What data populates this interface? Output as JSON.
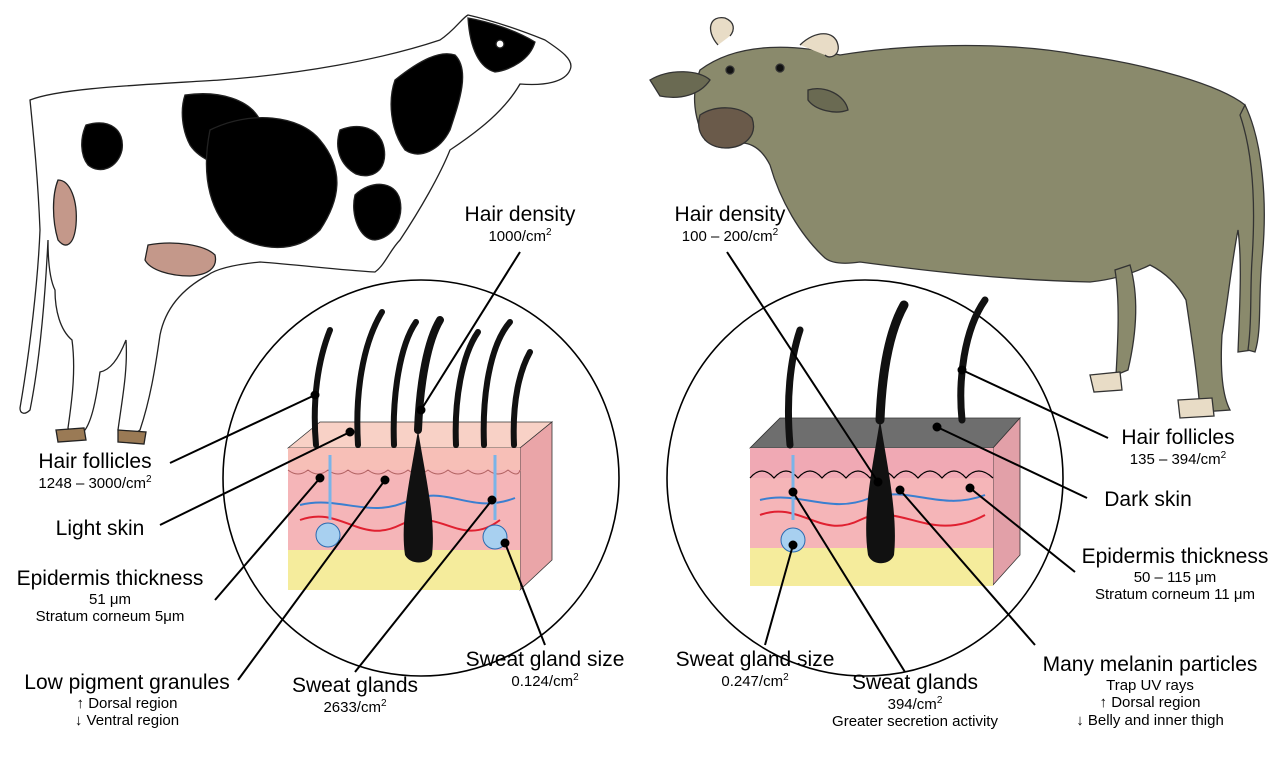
{
  "left": {
    "hair_density": {
      "title": "Hair density",
      "value": "1000/cm",
      "sup": "2"
    },
    "hair_follicles": {
      "title": "Hair follicles",
      "value": "1248 – 3000/cm",
      "sup": "2"
    },
    "light_skin": {
      "title": "Light skin"
    },
    "epidermis": {
      "title": "Epidermis thickness",
      "value": "51 μm",
      "extra": "Stratum corneum 5μm"
    },
    "pigment": {
      "title": "Low pigment granules",
      "line1": "↑ Dorsal region",
      "line2": "↓ Ventral region"
    },
    "sweat_glands": {
      "title": "Sweat glands",
      "value": "2633/cm",
      "sup": "2"
    },
    "sweat_gland_size": {
      "title": "Sweat gland size",
      "value": "0.124/cm",
      "sup": "2"
    }
  },
  "right": {
    "hair_density": {
      "title": "Hair density",
      "value": "100 – 200/cm",
      "sup": "2"
    },
    "hair_follicles": {
      "title": "Hair follicles",
      "value": "135 – 394/cm",
      "sup": "2"
    },
    "dark_skin": {
      "title": "Dark skin"
    },
    "epidermis": {
      "title": "Epidermis thickness",
      "value": "50 – 115 μm",
      "extra": "Stratum corneum 11 μm"
    },
    "melanin": {
      "title": "Many melanin particles",
      "line1": "Trap UV rays",
      "line2": "↑ Dorsal region",
      "line3": "↓ Belly and inner thigh"
    },
    "sweat_glands": {
      "title": "Sweat glands",
      "value": "394/cm",
      "sup": "2",
      "extra": "Greater secretion activity"
    },
    "sweat_gland_size": {
      "title": "Sweat gland size",
      "value": "0.247/cm",
      "sup": "2"
    }
  },
  "colors": {
    "buffalo": "#8a8a6c",
    "skin_light": "#f6c9c0",
    "skin_dark": "#6e6e6e",
    "dermis": "#f3a9b1",
    "fat": "#f5ec9c",
    "vein_red": "#e02030",
    "vein_blue": "#3a7fd0",
    "udder": "#c4988a"
  }
}
